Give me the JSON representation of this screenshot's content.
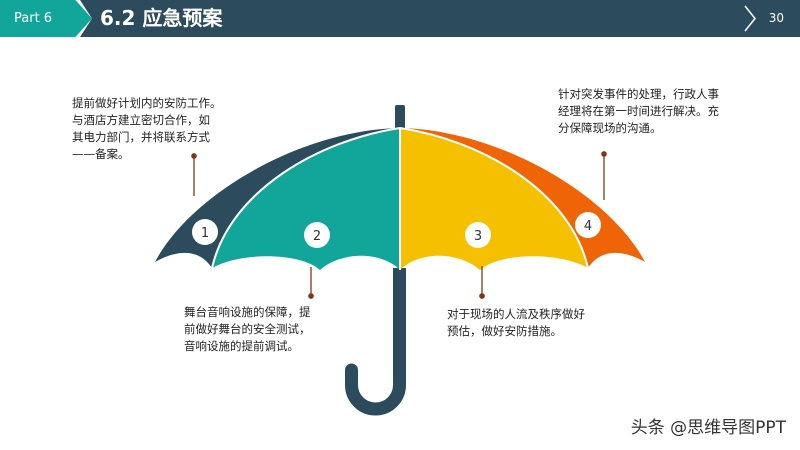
{
  "header": {
    "part_label": "Part 6",
    "title": "6.2 应急预案",
    "page_number": "30"
  },
  "umbrella": {
    "segments": [
      {
        "number": "1",
        "color": "#2c4b5c"
      },
      {
        "number": "2",
        "color": "#12a69a"
      },
      {
        "number": "3",
        "color": "#f5c000"
      },
      {
        "number": "4",
        "color": "#ef6407"
      }
    ],
    "pole_color": "#2c4b5c"
  },
  "notes": [
    {
      "text": "提前做好计划内的安防工作。\n与酒店方建立密切合作，如\n其电力部门，并将联系方式\n——备案。"
    },
    {
      "text": "舞台音响设施的保障，提\n前做好舞台的安全测试，\n音响设施的提前调试。"
    },
    {
      "text": "对于现场的人流及秩序做好\n预估，做好安防措施。"
    },
    {
      "text": "针对突发事件的处理，行政人事\n经理将在第一时间进行解决。充\n分保障现场的沟通。"
    }
  ],
  "watermark": "头条 @思维导图PPT"
}
